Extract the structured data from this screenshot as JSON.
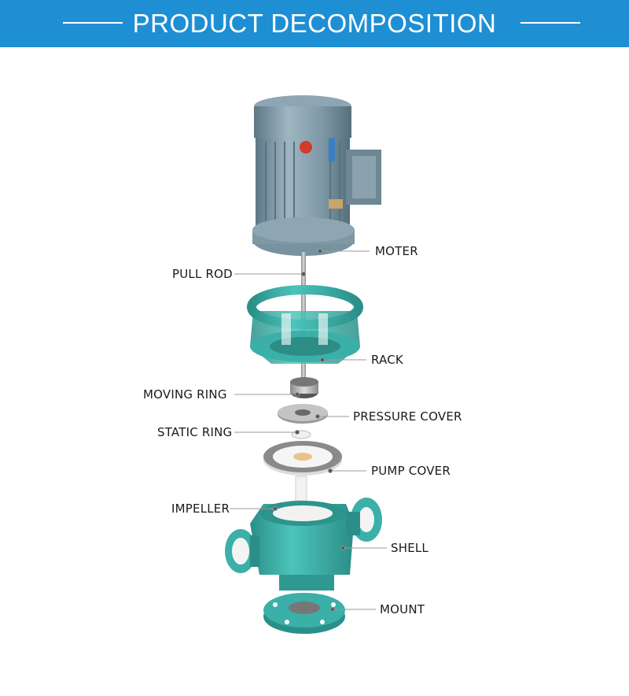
{
  "header": {
    "title": "PRODUCT DECOMPOSITION",
    "background": "#1e8fd3",
    "text_color": "#ffffff"
  },
  "colors": {
    "motor": "#7f9aa8",
    "part_teal": "#3ab0a8",
    "ptfe_white": "#f2f2f2",
    "metal": "#b8b8b8",
    "leader_line": "#9a9a9a"
  },
  "labels": {
    "moter": "MOTER",
    "pull_rod": "PULL ROD",
    "rack": "RACK",
    "moving_ring": "MOVING RING",
    "pressure_cover": "PRESSURE COVER",
    "static_ring": "STATIC RING",
    "pump_cover": "PUMP COVER",
    "impeller": "IMPELLER",
    "shell": "SHELL",
    "mount": "MOUNT"
  }
}
